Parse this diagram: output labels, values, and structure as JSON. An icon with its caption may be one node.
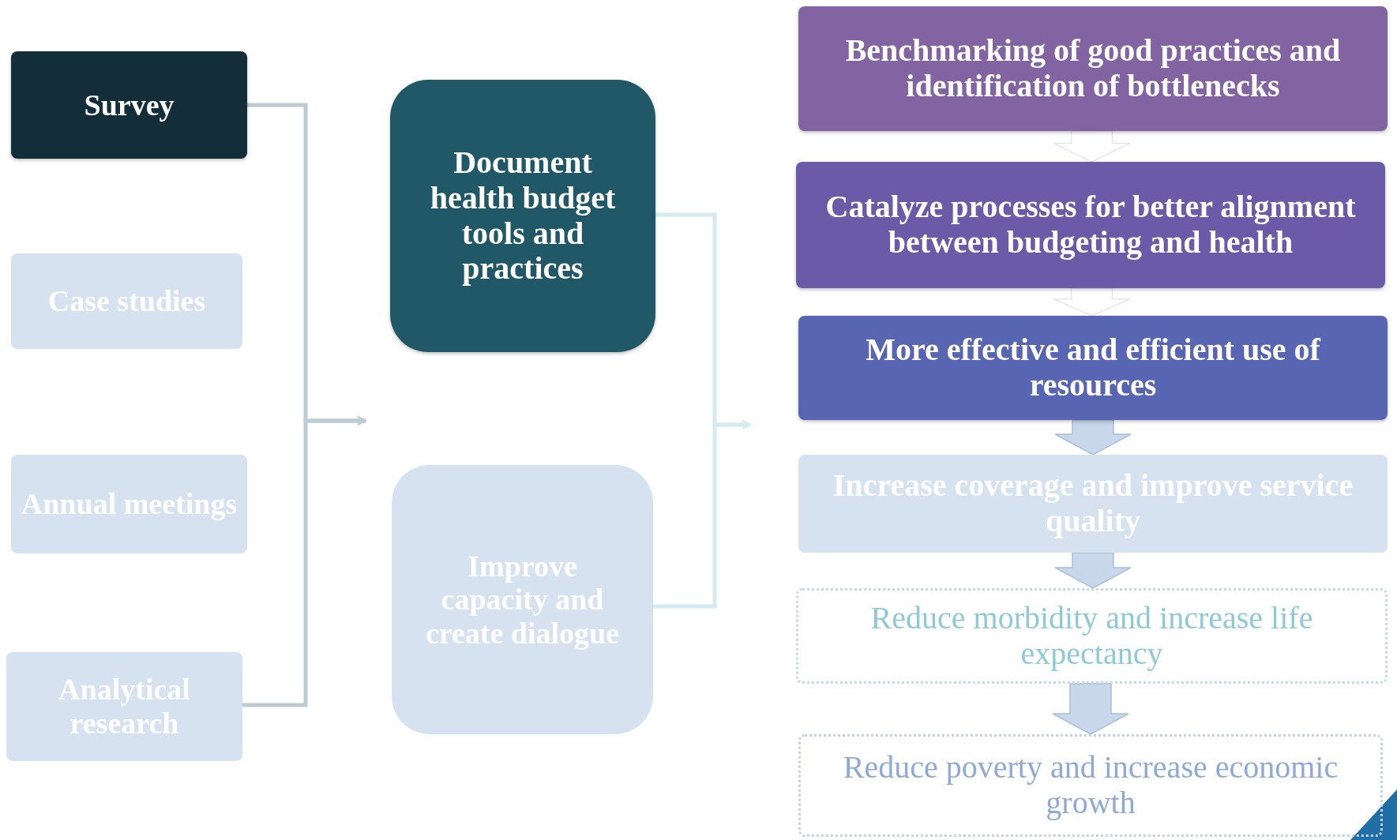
{
  "diagram": {
    "nodes": [
      {
        "text": [
          "Survey"
        ]
      },
      {
        "text": [
          "Case studies"
        ]
      },
      {
        "text": [
          "Annual meetings"
        ]
      },
      {
        "text": [
          "Analytical research"
        ]
      },
      {
        "text": [
          "Document health budget tools and practices"
        ]
      },
      {
        "text": [
          "Improve capacity and create dialogue"
        ]
      },
      {
        "text": [
          "Benchmarking of good practices and identification of bottlenecks"
        ]
      },
      {
        "text": [
          "Catalyze processes for better alignment between budgeting and health"
        ]
      },
      {
        "text": [
          "More effective and efficient use of resources"
        ]
      },
      {
        "text": [
          "Increase coverage and improve service quality"
        ]
      },
      {
        "text": [
          "Reduce morbidity and increase life expectancy"
        ]
      },
      {
        "text": [
          "Reduce poverty and increase economic growth"
        ]
      }
    ],
    "edges": [
      {
        "from": 0,
        "to": null,
        "arrow": "to",
        "color": "#bcccd2"
      },
      {
        "from": 3,
        "to": null,
        "arrow": "to",
        "color": "#bcccd2"
      },
      {
        "from": 4,
        "to": null,
        "arrow": "to",
        "color": "#d6ebf1"
      },
      {
        "from": 5,
        "to": null,
        "arrow": "to",
        "color": "#d6ebf1"
      },
      {
        "from": 6,
        "to": 7,
        "arrow": "to",
        "color": "#ffffff"
      },
      {
        "from": 7,
        "to": 8,
        "arrow": "to",
        "color": "#ffffff"
      },
      {
        "from": 8,
        "to": 9,
        "arrow": "to",
        "color": "#c9d7ea"
      },
      {
        "from": 9,
        "to": 10,
        "arrow": "to",
        "color": "#c9d7ea"
      },
      {
        "from": 10,
        "to": 11,
        "arrow": "to",
        "color": "#c9d7ea"
      }
    ]
  }
}
